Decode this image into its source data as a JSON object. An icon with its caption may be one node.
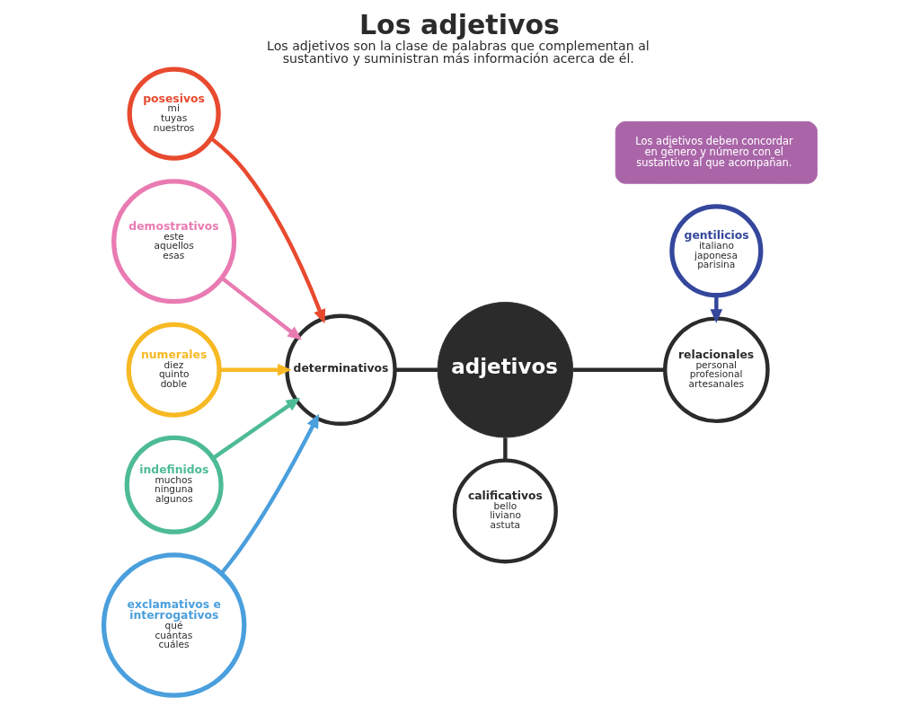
{
  "diagram": {
    "title": "Los adjetivos",
    "caption": "Los adjetivos son la clase de palabras que complementan al sustantivo y suministran más información acerca de él.",
    "nodes": [
      {
        "text": [
          "posesivos",
          "mi tuyas nuestros"
        ]
      },
      {
        "text": [
          "demostrativos",
          "este aquellos esas"
        ]
      },
      {
        "text": [
          "gentilicios",
          "italiano japonesa parisina"
        ]
      },
      {
        "text": [
          "numerales",
          "diez quinto doble"
        ]
      },
      {
        "text": [
          "determinativos"
        ]
      },
      {
        "text": [
          "adjetivos"
        ]
      },
      {
        "text": [
          "relacionales",
          "personal profesional artesanales"
        ]
      },
      {
        "text": [
          "indefinidos",
          "muchos ninguna algunos"
        ]
      },
      {
        "text": [
          "exclamativos e interrogativos",
          "qué cuántas cuáles"
        ]
      },
      {
        "text": [
          "calificativos",
          "bello liviano astuta"
        ]
      },
      {
        "text": [
          "Los adjetivos deben concordar en género y número con el sustantivo al que acompañan."
        ]
      }
    ],
    "edges": [
      {
        "from": 4,
        "to": 5,
        "arrow": "none"
      },
      {
        "from": 5,
        "to": 6,
        "arrow": "none"
      },
      {
        "from": 5,
        "to": 9,
        "arrow": "none"
      },
      {
        "from": 0,
        "to": 4,
        "arrow": "to",
        "color": "#e84a2f"
      },
      {
        "from": 1,
        "to": 4,
        "arrow": "to",
        "color": "#e97bb2"
      },
      {
        "from": 2,
        "to": 6,
        "arrow": "to",
        "color": "#34479c"
      },
      {
        "from": 3,
        "to": 4,
        "arrow": "to",
        "color": "#f7b924"
      },
      {
        "from": 7,
        "to": 4,
        "arrow": "to",
        "color": "#4dbb95"
      },
      {
        "from": 8,
        "to": 4,
        "arrow": "to",
        "color": "#4a9fdc"
      }
    ]
  }
}
